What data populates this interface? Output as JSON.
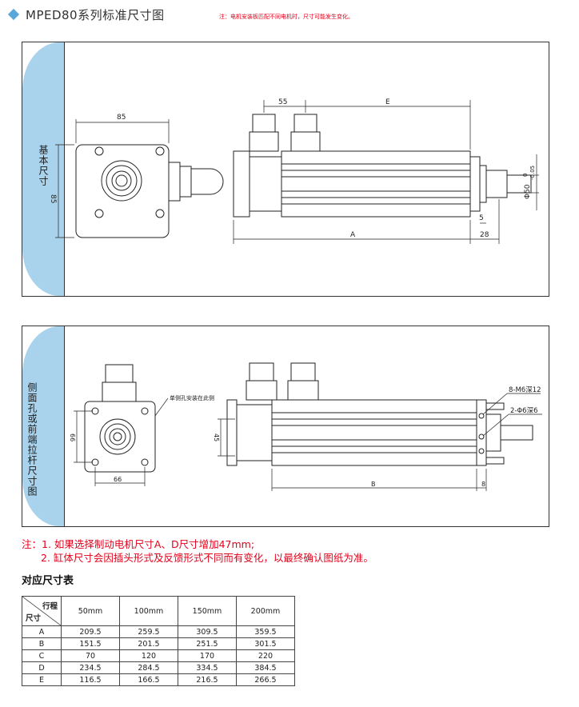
{
  "header": {
    "title": "MPED80系列标准尺寸图",
    "note": "注：电机安装板匹配不同电机时，尺寸可能发生变化。"
  },
  "panel_basic": {
    "label": "基本尺寸",
    "dims": {
      "width_85_top": "85",
      "height_85": "85",
      "d55": "55",
      "dE": "E",
      "dA": "A",
      "d28": "28",
      "d5": "5",
      "phi50": "Φ50",
      "zero": "0",
      "tol": "-0.05"
    }
  },
  "panel_side": {
    "label": "侧面孔或前端拉杆尺寸图",
    "callout_side_holes": "单侧孔安装在此侧",
    "callout_m6": "8-M6深12",
    "callout_phi6": "2-Φ6深6",
    "dims": {
      "d66_h": "66",
      "d66_w": "66",
      "d45": "45",
      "dB": "B",
      "d8": "8"
    }
  },
  "notes": {
    "line1": "注：1. 如果选择制动电机尺寸A、D尺寸增加47mm;",
    "line2": "2. 缸体尺寸会因插头形式及反馈形式不同而有变化，以最终确认图纸为准。"
  },
  "table": {
    "title": "对应尺寸表",
    "corner_top": "行程",
    "corner_bottom": "尺寸",
    "columns": [
      "50mm",
      "100mm",
      "150mm",
      "200mm"
    ],
    "rows": [
      {
        "label": "A",
        "values": [
          "209.5",
          "259.5",
          "309.5",
          "359.5"
        ]
      },
      {
        "label": "B",
        "values": [
          "151.5",
          "201.5",
          "251.5",
          "301.5"
        ]
      },
      {
        "label": "C",
        "values": [
          "70",
          "120",
          "170",
          "220"
        ]
      },
      {
        "label": "D",
        "values": [
          "234.5",
          "284.5",
          "334.5",
          "384.5"
        ]
      },
      {
        "label": "E",
        "values": [
          "116.5",
          "166.5",
          "216.5",
          "266.5"
        ]
      }
    ]
  },
  "colors": {
    "accent": "#5aa7d9",
    "panel_side": "#a9d3ec",
    "note_red": "#e3001b"
  }
}
